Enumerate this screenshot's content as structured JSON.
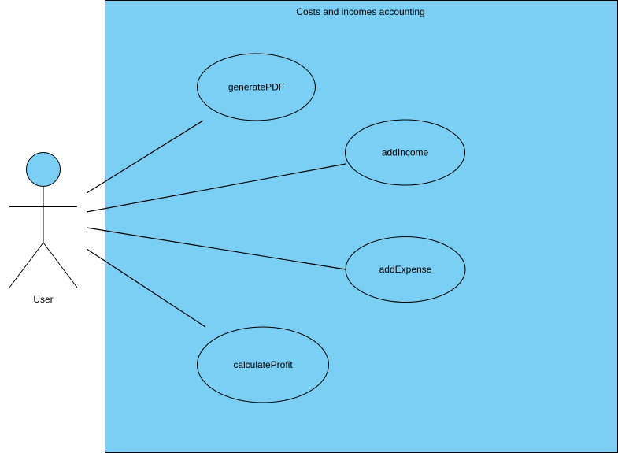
{
  "system": {
    "title": "Costs and incomes accounting",
    "fill_color": "#7BCEF4"
  },
  "actor": {
    "name": "User",
    "head_color": "#7BCEF4"
  },
  "use_cases": [
    {
      "label": "generatePDF"
    },
    {
      "label": "addIncome"
    },
    {
      "label": "addExpense"
    },
    {
      "label": "calculateProfit"
    }
  ],
  "line_color": "#000000"
}
